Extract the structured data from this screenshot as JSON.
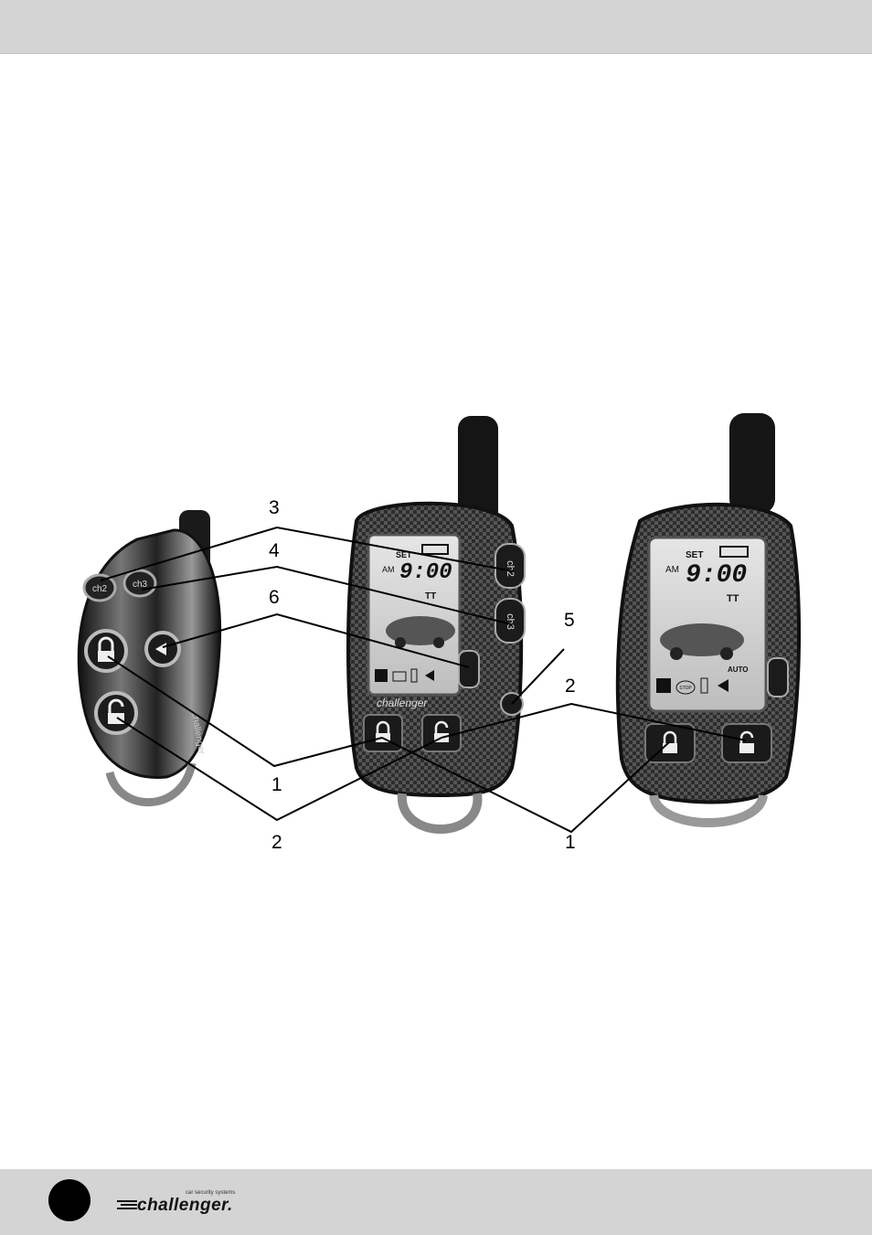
{
  "header": {},
  "callouts": {
    "c3": "3",
    "c4": "4",
    "c6": "6",
    "c5": "5",
    "c2_right": "2",
    "c1_left": "1",
    "c2_left": "2",
    "c1_right": "1"
  },
  "remote_small": {
    "btn_ch2": "ch2",
    "btn_ch3": "ch3",
    "brand": "challenger"
  },
  "remote_mid": {
    "lcd_set": "SET",
    "lcd_time": "9:00",
    "lcd_am": "AM",
    "lcd_tt": "TT",
    "btn_ch2": "ch2",
    "btn_ch3": "ch3",
    "brand": "challenger"
  },
  "remote_right": {
    "lcd_set": "SET",
    "lcd_time": "9:00",
    "lcd_am": "AM",
    "lcd_tt": "TT",
    "lcd_auto": "AUTO",
    "lcd_stop": "STOP"
  },
  "footer": {
    "tagline": "car security systems",
    "brand": "challenger."
  },
  "colors": {
    "bar_gray": "#d4d4d4",
    "black": "#000000"
  }
}
